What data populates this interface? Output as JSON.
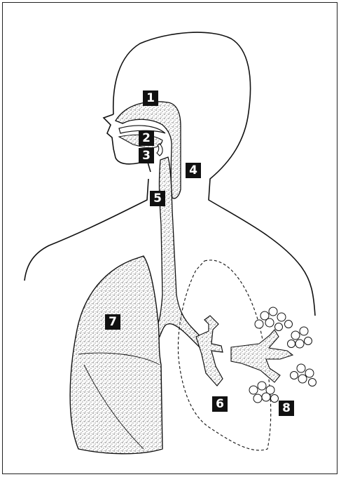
{
  "labels": {
    "l1": "1",
    "l2": "2",
    "l3": "3",
    "l4": "4",
    "l5": "5",
    "l6": "6",
    "l7": "7",
    "l8": "8"
  },
  "colors": {
    "ink": "#111111",
    "background": "#ffffff"
  }
}
